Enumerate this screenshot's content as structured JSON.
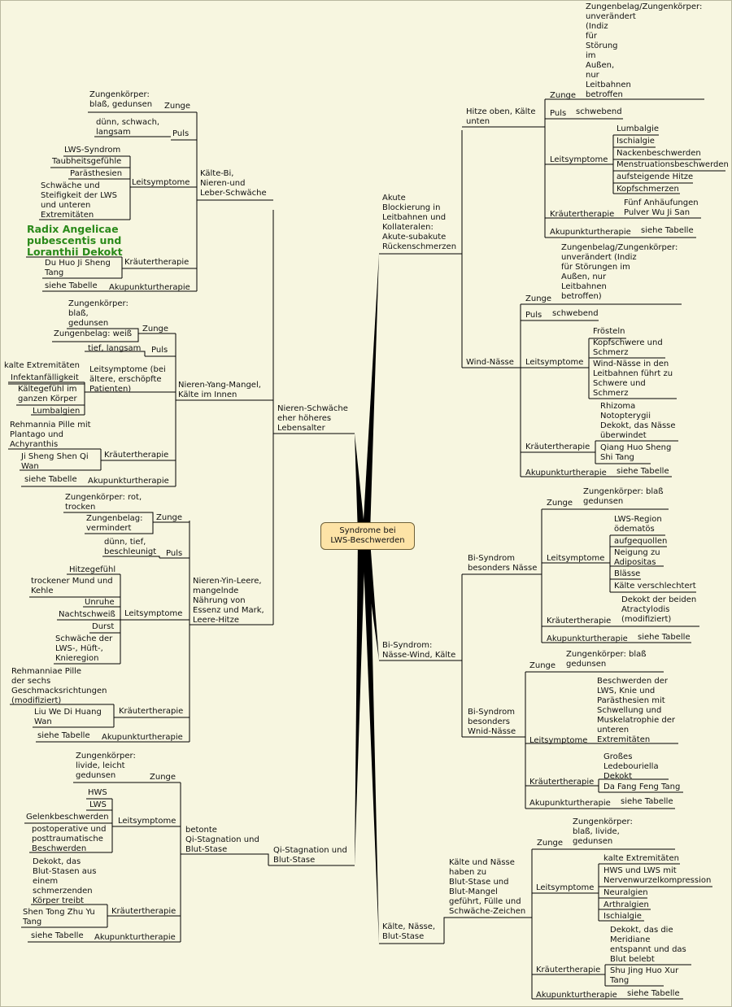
{
  "center": "Syndrome bei\nLWS-Beschwerden",
  "left": {
    "branch_kidney": {
      "label": "Nieren-Schwäche\neher höheres\nLebensalter",
      "kalte_bi": {
        "label": "Kälte-Bi,\nNieren-und\nLeber-Schwäche",
        "zunge": {
          "label": "Zunge",
          "items": [
            "Zungenkörper:\nblaß, gedunsen"
          ]
        },
        "puls": {
          "label": "Puls",
          "items": [
            "dünn, schwach,\nlangsam"
          ]
        },
        "leitsymptome": {
          "label": "Leitsymptome",
          "items": [
            "LWS-Syndrom",
            "Taubheitsgefühle",
            "Parästhesien",
            "Schwäche und\nSteifigkeit der LWS\nund unteren\nExtremitäten"
          ]
        },
        "kraeuter": {
          "label": "Kräutertherapie",
          "highlight": "Radix Angelicae\npubescentis und\nLoranthii Dekokt",
          "items": [
            "Du Huo Ji Sheng\nTang"
          ]
        },
        "akupunktur": {
          "label": "Akupunkturtherapie",
          "items": [
            "siehe Tabelle"
          ]
        }
      },
      "yang_mangel": {
        "label": "Nieren-Yang-Mangel,\nKälte im Innen",
        "zunge": {
          "label": "Zunge",
          "items": [
            "Zungenkörper:\nblaß,\ngedunsen",
            "Zungenbelag: weiß"
          ]
        },
        "puls": {
          "label": "Puls",
          "items": [
            "tief, langsam"
          ]
        },
        "leitsymptome": {
          "label": "Leitsymptome (bei\nältere, erschöpfte\nPatienten)",
          "items": [
            "kalte Extremitäten",
            "Infektanfälligkeit",
            "Kältegefühl im\nganzen Körper",
            "Lumbalgien"
          ]
        },
        "kraeuter": {
          "label": "Kräutertherapie",
          "items": [
            "Rehmannia Pille mit\nPlantago und\nAchyranthis",
            "Ji Sheng Shen Qi\nWan"
          ]
        },
        "akupunktur": {
          "label": "Akupunkturtherapie",
          "items": [
            "siehe Tabelle"
          ]
        }
      },
      "yin_leere": {
        "label": "Nieren-Yin-Leere,\nmangelnde\nNährung von\nEssenz und Mark,\nLeere-Hitze",
        "zunge": {
          "label": "Zunge",
          "items": [
            "Zungenkörper: rot,\ntrocken",
            "Zungenbelag:\nvermindert"
          ]
        },
        "puls": {
          "label": "Puls",
          "items": [
            "dünn, tief,\nbeschleunigt"
          ]
        },
        "leitsymptome": {
          "label": "Leitsymptome",
          "items": [
            "Hitzegefühl",
            "trockener Mund und\nKehle",
            "Unruhe",
            "Nachtschweiß",
            "Durst",
            "Schwäche der\nLWS-, Hüft-,\nKnieregion"
          ]
        },
        "kraeuter": {
          "label": "Kräutertherapie",
          "items": [
            "Rehmanniae Pille\nder sechs\nGeschmacksrichtungen\n(modifiziert)",
            "Liu We  Di Huang\nWan"
          ]
        },
        "akupunktur": {
          "label": "Akupunkturtherapie",
          "items": [
            "siehe Tabelle"
          ]
        }
      }
    },
    "branch_qi": {
      "label": "Qi-Stagnation und\nBlut-Stase",
      "sub": {
        "label": "betonte\nQi-Stagnation und\nBlut-Stase",
        "zunge": {
          "label": "Zunge",
          "items": [
            "Zungenkörper:\nlivide, leicht\ngedunsen"
          ]
        },
        "leitsymptome": {
          "label": "Leitsymptome",
          "items": [
            "HWS",
            "LWS",
            "Gelenkbeschwerden",
            "postoperative und\nposttraumatische\nBeschwerden"
          ]
        },
        "kraeuter": {
          "label": "Kräutertherapie",
          "items": [
            "Dekokt, das\nBlut-Stasen aus\neinem\nschmerzenden\nKörper treibt",
            "Shen Tong Zhu Yu\nTang"
          ]
        },
        "akupunktur": {
          "label": "Akupunkturtherapie",
          "items": [
            "siehe Tabelle"
          ]
        }
      }
    }
  },
  "right": {
    "branch_akute": {
      "label": "Akute\nBlockierung in\nLeitbahnen und\nKollateralen:\nAkute-subakute\nRückenschmerzen",
      "hitze": {
        "label": "Hitze oben, Kälte\nunten",
        "zunge": {
          "label": "Zunge",
          "items": [
            "Zungenbelag/Zungenkörper:\nunverändert\n(Indiz\nfür\nStörung\nim\nAußen,\nnur\nLeitbahnen\nbetroffen"
          ]
        },
        "puls": {
          "label": "Puls",
          "items": [
            "schwebend"
          ]
        },
        "leitsymptome": {
          "label": "Leitsymptome",
          "items": [
            "Lumbalgie",
            "Ischialgie",
            "Nackenbeschwerden",
            "Menstruationsbeschwerden",
            "aufsteigende Hitze",
            "Kopfschmerzen"
          ]
        },
        "kraeuter": {
          "label": "Kräutertherapie",
          "items": [
            "Fünf Anhäufungen\nPulver Wu Ji San"
          ]
        },
        "akupunktur": {
          "label": "Akupunkturtherapie",
          "items": [
            "siehe Tabelle"
          ]
        }
      },
      "wind": {
        "label": "Wind-Nässe",
        "zunge": {
          "label": "Zunge",
          "items": [
            "Zungenbelag/Zungenkörper:\nunverändert (Indiz\nfür Störungen im\nAußen, nur\nLeitbahnen\nbetroffen)"
          ]
        },
        "puls": {
          "label": "Puls",
          "items": [
            "schwebend"
          ]
        },
        "leitsymptome": {
          "label": "Leitsymptome",
          "items": [
            "Frösteln",
            "Kopfschwere und\nSchmerz",
            "Wind-Nässe in den\nLeitbahnen führt zu\nSchwere und\nSchmerz"
          ]
        },
        "kraeuter": {
          "label": "Kräutertherapie",
          "items": [
            "Rhizoma\nNotopterygii\nDekokt, das Nässe\nüberwindet",
            "Qiang Huo Sheng\nShi Tang"
          ]
        },
        "akupunktur": {
          "label": "Akupunkturtherapie",
          "items": [
            "siehe Tabelle"
          ]
        }
      }
    },
    "branch_bi": {
      "label": "Bi-Syndrom:\nNässe-Wind, Kälte",
      "naesse": {
        "label": "Bi-Syndrom\nbesonders Nässe",
        "zunge": {
          "label": "Zunge",
          "items": [
            "Zungenkörper: blaß\ngedunsen"
          ]
        },
        "leitsymptome": {
          "label": "Leitsymptome",
          "items": [
            "LWS-Region\nödematös",
            "aufgequollen",
            "Neigung zu\nAdipositas",
            "Blässe",
            "Kälte verschlechtert"
          ]
        },
        "kraeuter": {
          "label": "Kräutertherapie",
          "items": [
            "Dekokt der beiden\nAtractylodis\n(modifiziert)"
          ]
        },
        "akupunktur": {
          "label": "Akupunkturtherapie",
          "items": [
            "siehe Tabelle"
          ]
        }
      },
      "wind": {
        "label": "Bi-Syndrom\nbesonders\nWnid-Nässe",
        "zunge": {
          "label": "Zunge",
          "items": [
            "Zungenkörper: blaß\ngedunsen"
          ]
        },
        "leitsymptome": {
          "label": "Leitsymptome",
          "items": [
            "Beschwerden der\nLWS, Knie und\nParästhesien mit\nSchwellung und\nMuskelatrophie der\nunteren\nExtremitäten"
          ]
        },
        "kraeuter": {
          "label": "Kräutertherapie",
          "items": [
            "Großes\nLedebouriella\nDekokt",
            "Da Fang Feng Tang"
          ]
        },
        "akupunktur": {
          "label": "Akupunkturtherapie",
          "items": [
            "siehe Tabelle"
          ]
        }
      }
    },
    "branch_kaelte": {
      "label": "Kälte, Nässe,\nBlut-Stase",
      "sub": {
        "label": "Kälte und Nässe\nhaben zu\nBlut-Stase und\nBlut-Mangel\ngeführt, Fülle und\nSchwäche-Zeichen",
        "zunge": {
          "label": "Zunge",
          "items": [
            "Zungenkörper:\nblaß, livide,\ngedunsen"
          ]
        },
        "leitsymptome": {
          "label": "Leitsymptome",
          "items": [
            "kalte Extremitäten",
            "HWS und LWS mit\nNervenwurzelkompression",
            "Neuralgien",
            "Arthralgien",
            "Ischialgie"
          ]
        },
        "kraeuter": {
          "label": "Kräutertherapie",
          "items": [
            "Dekokt, das die\nMeridiane\nentspannt und das\nBlut belebt",
            "Shu Jing Huo Xur\nTang"
          ]
        },
        "akupunktur": {
          "label": "Akupunkturtherapie",
          "items": [
            "siehe Tabelle"
          ]
        }
      }
    }
  }
}
